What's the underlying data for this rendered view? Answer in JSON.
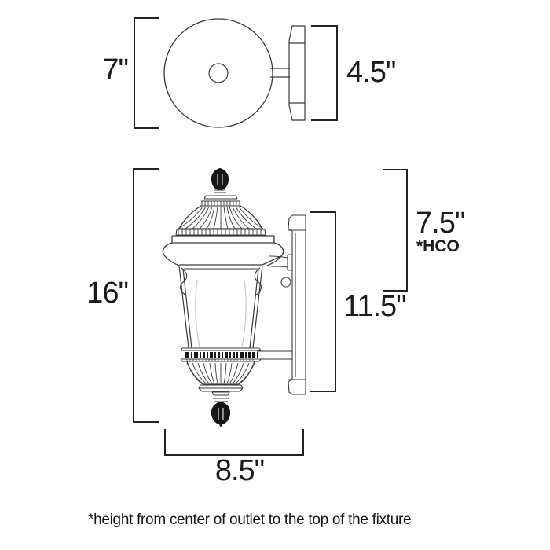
{
  "colors": {
    "line": "#3a3a3a",
    "bracket": "#232323",
    "finial_fill": "#161616",
    "background": "#ffffff"
  },
  "dimensions": {
    "top_width": "7\"",
    "top_depth": "4.5\"",
    "overall_height": "16\"",
    "backplate_height": "11.5\"",
    "outlet_to_top": "7.5\"",
    "outlet_to_top_note": "*HCO",
    "fixture_width": "8.5\""
  },
  "footnote": "*height from center of outlet to the top of the fixture"
}
